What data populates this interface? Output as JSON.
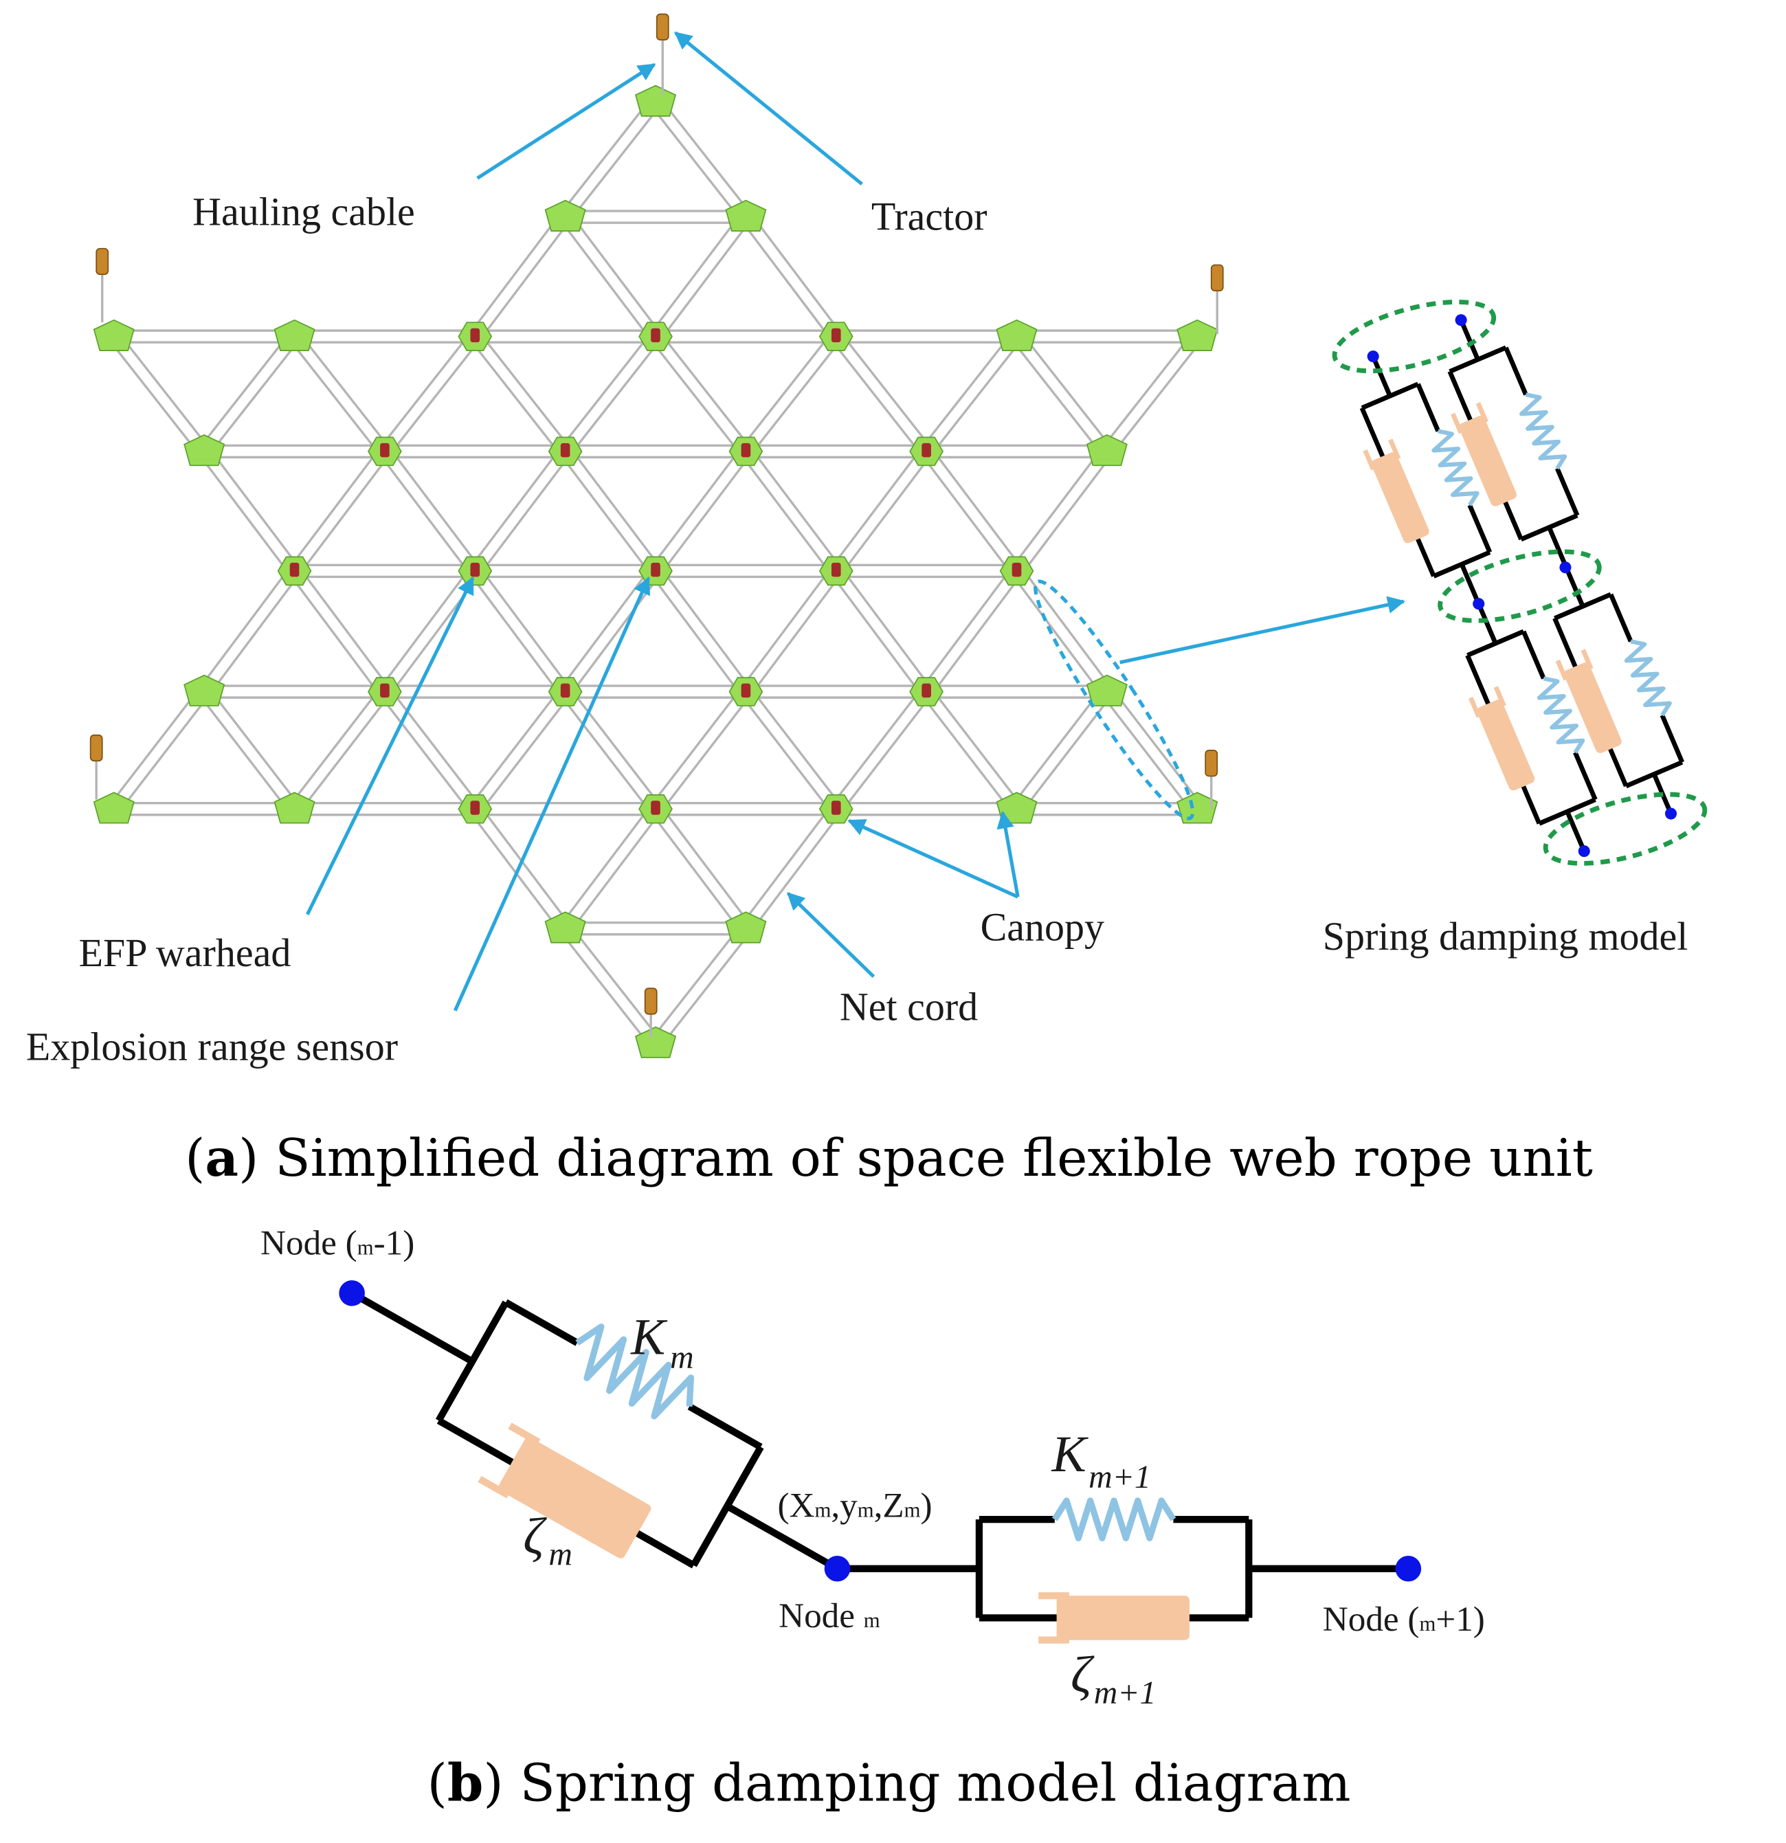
{
  "panel_a": {
    "caption_letter": "a",
    "caption_text": "Simplified diagram of space flexible web rope unit",
    "labels": {
      "hauling_cable": "Hauling cable",
      "tractor": "Tractor",
      "efp_warhead": "EFP warhead",
      "explosion_range_sensor": "Explosion range sensor",
      "canopy": "Canopy",
      "net_cord": "Net cord",
      "spring_damping_model": "Spring damping model"
    }
  },
  "panel_b": {
    "caption_letter": "b",
    "caption_text": "Spring damping model diagram",
    "node_prev": {
      "pre": "Node (",
      "sub": "m",
      "post": "-1)"
    },
    "node_m": {
      "pre": "Node ",
      "sub": "m"
    },
    "node_next": {
      "pre": "Node (",
      "sub": "m",
      "post": "+1)"
    },
    "coords": {
      "open": "(",
      "x": "X",
      "xs": "m",
      "y": ",y",
      "ys": "m",
      "z": ",Z",
      "zs": "m",
      "close": ")"
    },
    "k_m": {
      "sym": "K",
      "sub": "m"
    },
    "k_m1": {
      "sym": "K",
      "sub": "m+1"
    },
    "zeta_m": {
      "sym": "ζ",
      "sub": "m"
    },
    "zeta_m1": {
      "sym": "ζ",
      "sub": "m+1"
    }
  },
  "colors": {
    "canopy": "#99dd55",
    "canopy_edge": "#5aa12a",
    "cord": "#b5b5b5",
    "arrow": "#2aa6dd",
    "spring": "#8ec3e3",
    "damper": "#f5c6a0",
    "node": "#0a14e6",
    "ellipse": "#1f9a4a",
    "tractor": "#c8862a",
    "sensor": "#a32a2a"
  }
}
